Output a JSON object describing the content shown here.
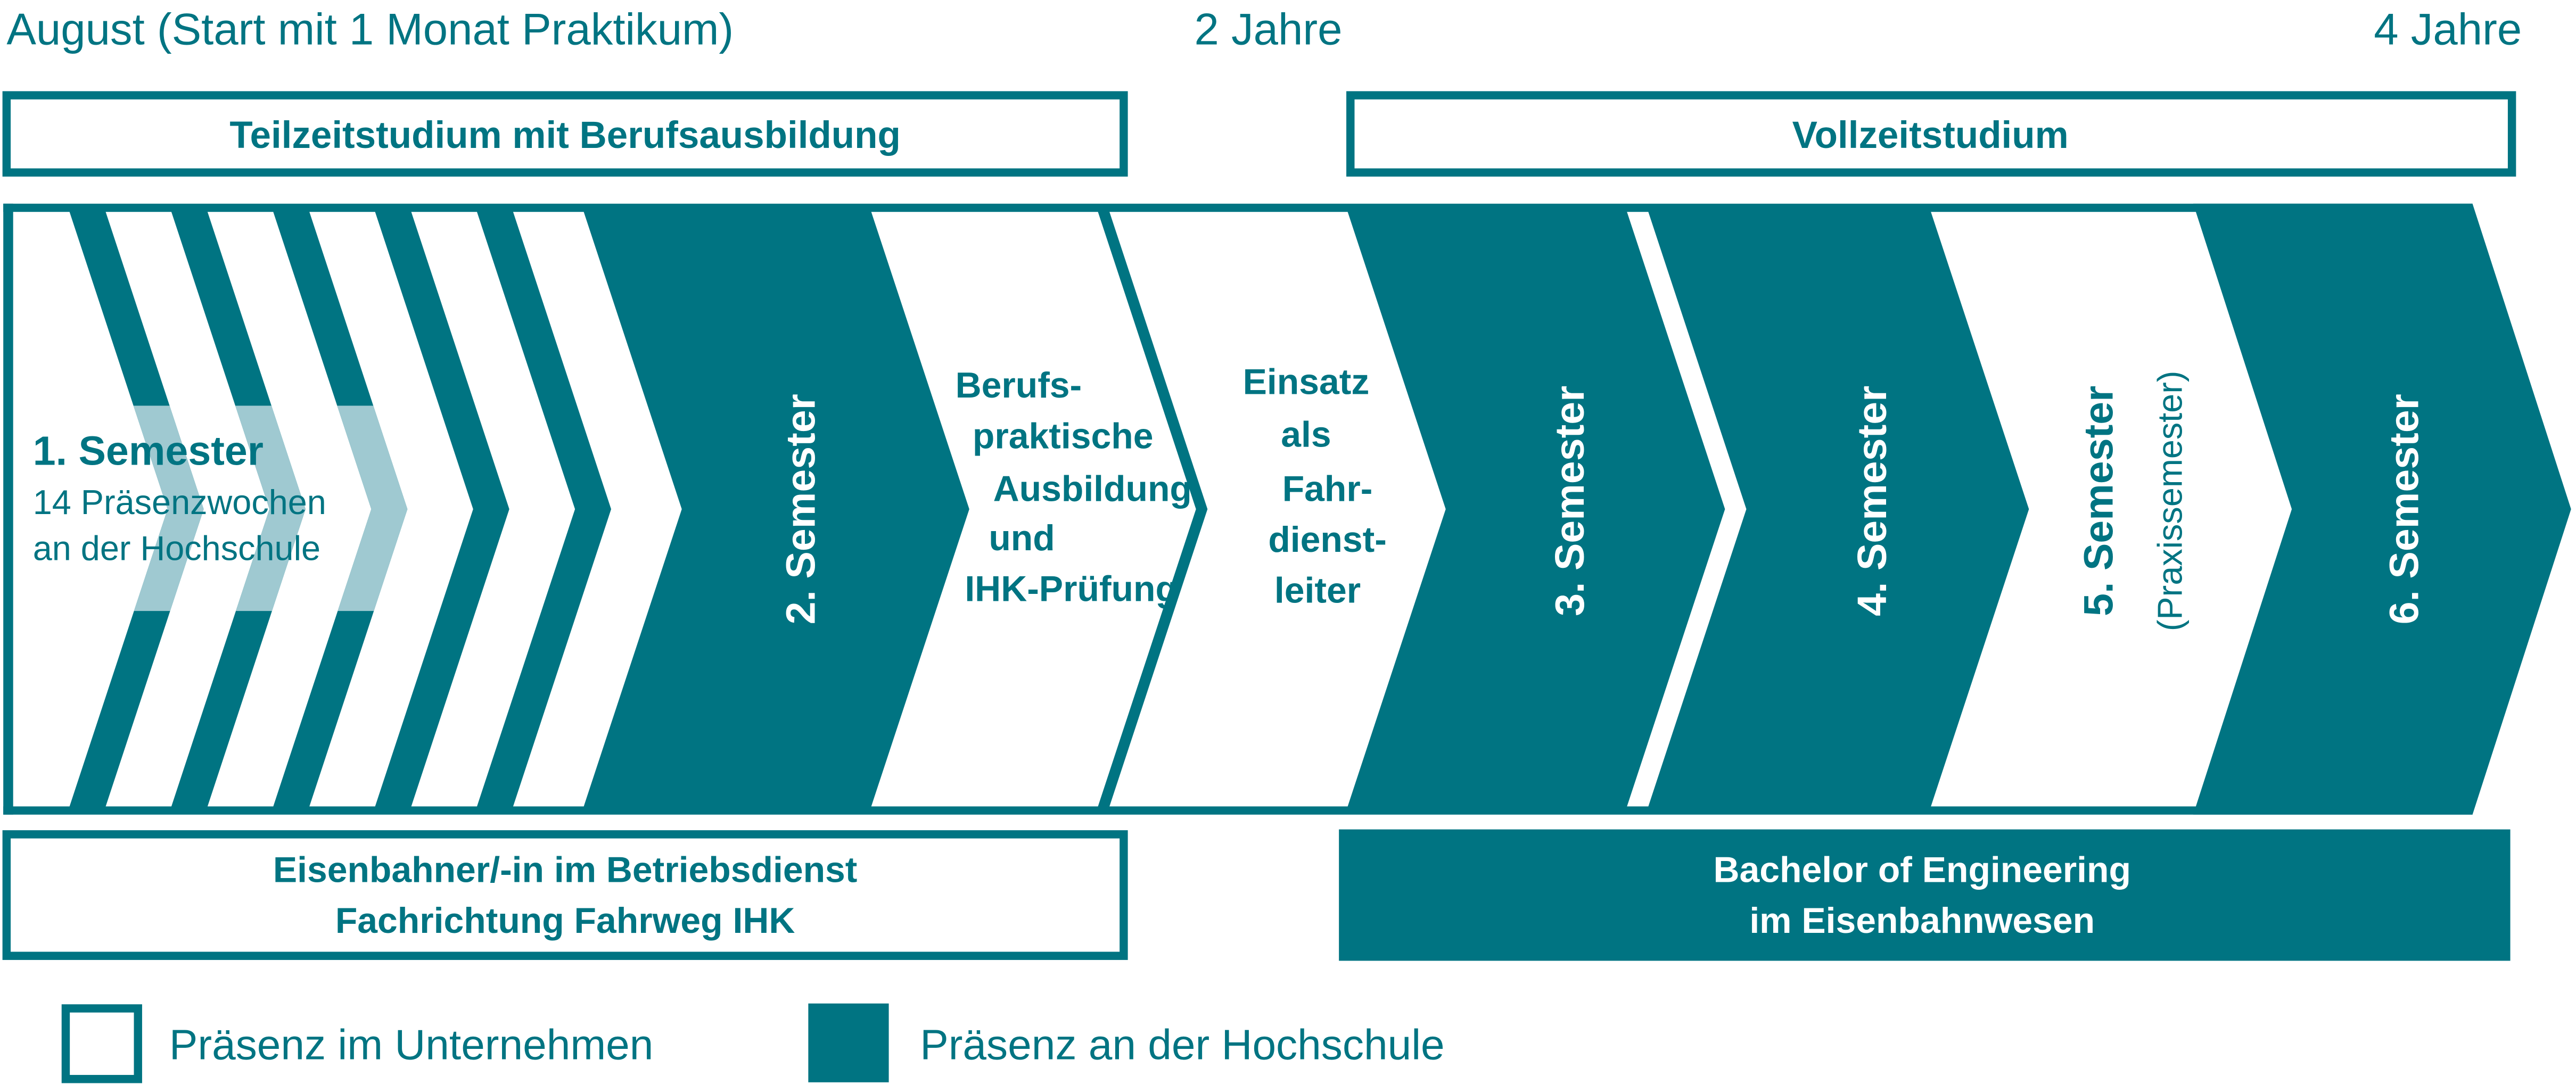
{
  "colors": {
    "teal": "#007482",
    "light": "#9fc9d1",
    "white": "#ffffff"
  },
  "timeline": {
    "start": "August (Start mit 1 Monat Praktikum)",
    "mid": "2 Jahre",
    "end": "4 Jahre"
  },
  "phases": {
    "part_time": "Teilzeitstudium mit Berufsausbildung",
    "full_time": "Vollzeitstudium"
  },
  "segments": {
    "sem1_title": "1. Semester",
    "sem1_line1": "14 Präsenzwochen",
    "sem1_line2": "an der Hochschule",
    "sem2": "2. Semester",
    "beruf": [
      "Berufs-",
      "praktische",
      "Ausbildung",
      "und",
      "IHK-Prüfung"
    ],
    "einsatz": [
      "Einsatz",
      "als",
      "Fahr-",
      "dienst-",
      "leiter"
    ],
    "sem3": "3. Semester",
    "sem4": "4. Semester",
    "sem5": "5. Semester",
    "sem5_sub": "(Praxissemester)",
    "sem6": "6. Semester"
  },
  "degrees": {
    "left_line1": "Eisenbahner/-in im Betriebsdienst",
    "left_line2": "Fachrichtung Fahrweg IHK",
    "right_line1": "Bachelor of Engineering",
    "right_line2": "im Eisenbahnwesen"
  },
  "legend": {
    "company": "Präsenz im Unternehmen",
    "university": "Präsenz an der Hochschule"
  }
}
